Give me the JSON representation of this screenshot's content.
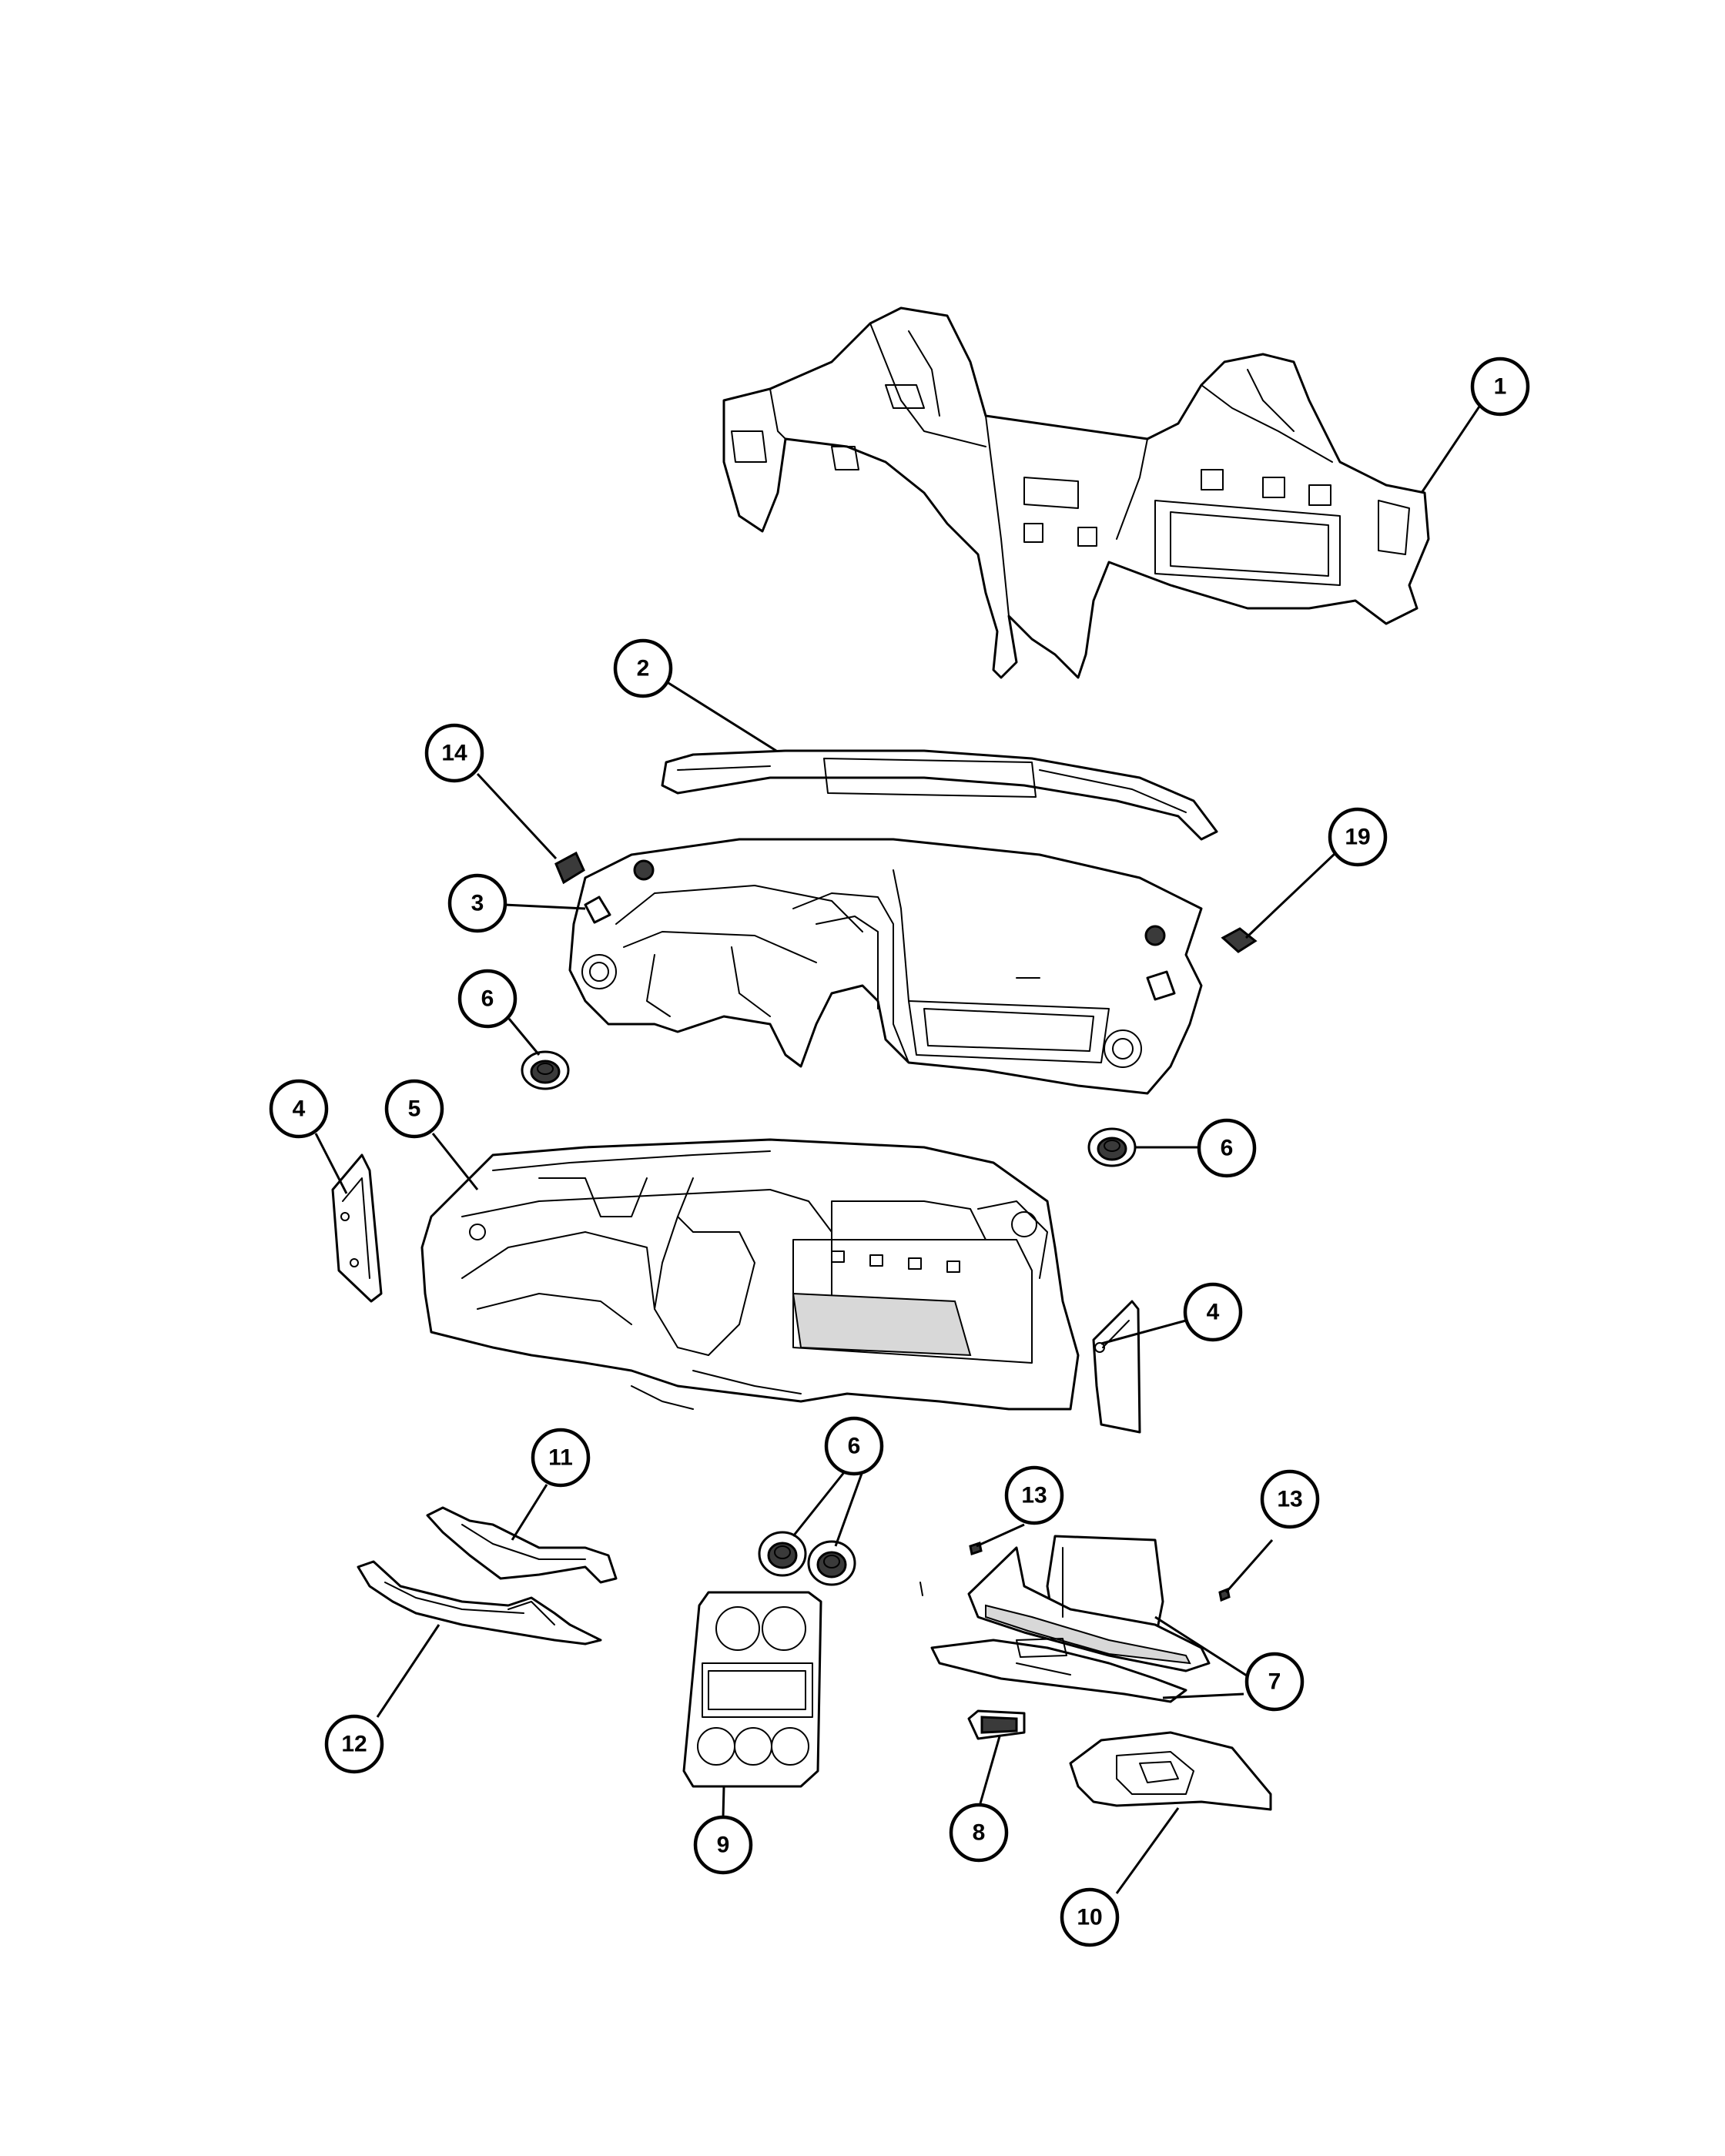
{
  "diagram": {
    "callouts": [
      {
        "id": "c1",
        "label": "1"
      },
      {
        "id": "c2",
        "label": "2"
      },
      {
        "id": "c14",
        "label": "14"
      },
      {
        "id": "c3",
        "label": "3"
      },
      {
        "id": "c19",
        "label": "19"
      },
      {
        "id": "c6a",
        "label": "6"
      },
      {
        "id": "c6b",
        "label": "6"
      },
      {
        "id": "c4a",
        "label": "4"
      },
      {
        "id": "c5",
        "label": "5"
      },
      {
        "id": "c4b",
        "label": "4"
      },
      {
        "id": "c11",
        "label": "11"
      },
      {
        "id": "c6c",
        "label": "6"
      },
      {
        "id": "c13a",
        "label": "13"
      },
      {
        "id": "c13b",
        "label": "13"
      },
      {
        "id": "c12",
        "label": "12"
      },
      {
        "id": "c7",
        "label": "7"
      },
      {
        "id": "c8",
        "label": "8"
      },
      {
        "id": "c9",
        "label": "9"
      },
      {
        "id": "c10",
        "label": "10"
      }
    ]
  }
}
